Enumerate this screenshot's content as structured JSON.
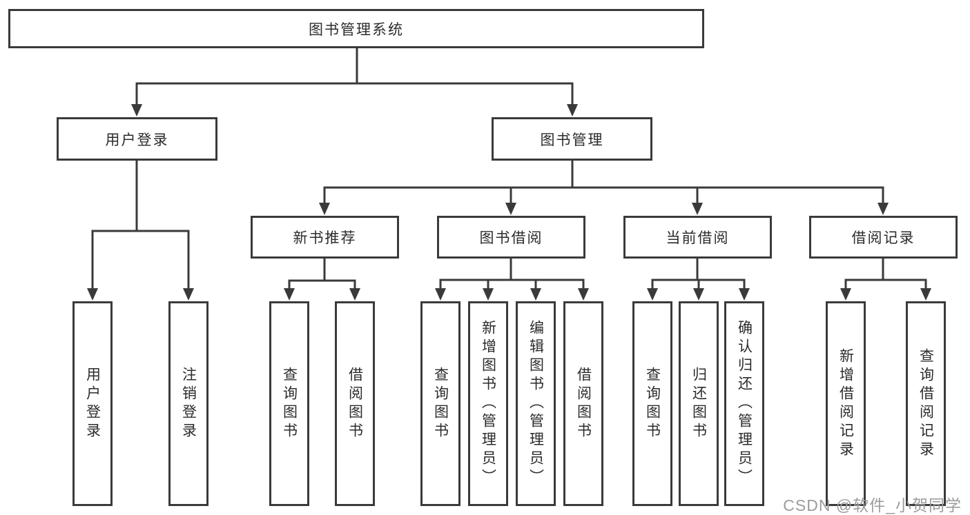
{
  "root": {
    "label": "图书管理系统"
  },
  "user_login": {
    "label": "用户登录",
    "children": [
      {
        "label": "用户登录"
      },
      {
        "label": "注销登录"
      }
    ]
  },
  "book_management": {
    "label": "图书管理",
    "children": [
      {
        "label": "新书推荐",
        "children": [
          {
            "label": "查询图书"
          },
          {
            "label": "借阅图书"
          }
        ]
      },
      {
        "label": "图书借阅",
        "children": [
          {
            "label": "查询图书"
          },
          {
            "label": "新增图书（管理员）"
          },
          {
            "label": "编辑图书（管理员）"
          },
          {
            "label": "借阅图书"
          }
        ]
      },
      {
        "label": "当前借阅",
        "children": [
          {
            "label": "查询图书"
          },
          {
            "label": "归还图书"
          },
          {
            "label": "确认归还（管理员）"
          }
        ]
      },
      {
        "label": "借阅记录",
        "children": [
          {
            "label": "新增借阅记录"
          },
          {
            "label": "查询借阅记录"
          }
        ]
      }
    ]
  },
  "watermark": {
    "text": "CSDN @软件_小贺同学"
  },
  "colors": {
    "line": "#3a3a3a",
    "box_border": "#3a3a3a",
    "text": "#2b2b2b",
    "watermark": "#9c9c9c",
    "background": "#ffffff"
  }
}
